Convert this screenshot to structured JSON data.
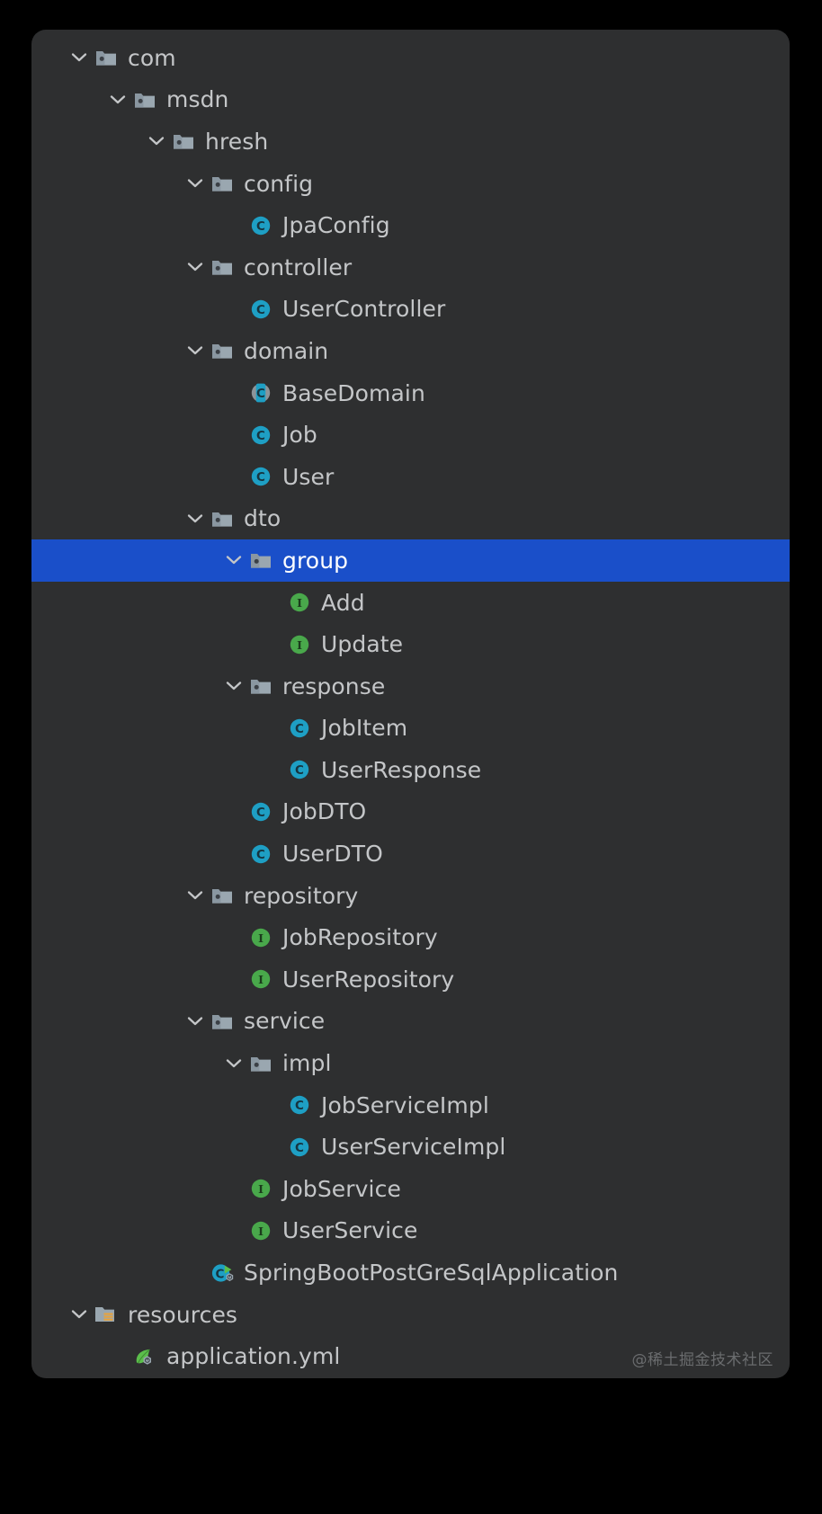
{
  "panel": {
    "background_color": "#2E2F30",
    "selection_color": "#1A4FC9",
    "text_color": "#C4C6C8",
    "selected_text_color": "#FFFFFF"
  },
  "watermark": {
    "text": "@稀土掘金技术社区"
  },
  "tree": {
    "title": "Project tree",
    "nodes": [
      {
        "label": "com",
        "depth": 1,
        "icon": "package-folder-icon",
        "expandable": true,
        "expanded": true,
        "selected": false
      },
      {
        "label": "msdn",
        "depth": 2,
        "icon": "package-folder-icon",
        "expandable": true,
        "expanded": true,
        "selected": false
      },
      {
        "label": "hresh",
        "depth": 3,
        "icon": "package-folder-icon",
        "expandable": true,
        "expanded": true,
        "selected": false
      },
      {
        "label": "config",
        "depth": 4,
        "icon": "package-folder-icon",
        "expandable": true,
        "expanded": true,
        "selected": false
      },
      {
        "label": "JpaConfig",
        "depth": 5,
        "icon": "java-class-icon",
        "expandable": false,
        "expanded": false,
        "selected": false
      },
      {
        "label": "controller",
        "depth": 4,
        "icon": "package-folder-icon",
        "expandable": true,
        "expanded": true,
        "selected": false
      },
      {
        "label": "UserController",
        "depth": 5,
        "icon": "java-class-icon",
        "expandable": false,
        "expanded": false,
        "selected": false
      },
      {
        "label": "domain",
        "depth": 4,
        "icon": "package-folder-icon",
        "expandable": true,
        "expanded": true,
        "selected": false
      },
      {
        "label": "BaseDomain",
        "depth": 5,
        "icon": "abstract-class-icon",
        "expandable": false,
        "expanded": false,
        "selected": false
      },
      {
        "label": "Job",
        "depth": 5,
        "icon": "java-class-icon",
        "expandable": false,
        "expanded": false,
        "selected": false
      },
      {
        "label": "User",
        "depth": 5,
        "icon": "java-class-icon",
        "expandable": false,
        "expanded": false,
        "selected": false
      },
      {
        "label": "dto",
        "depth": 4,
        "icon": "package-folder-icon",
        "expandable": true,
        "expanded": true,
        "selected": false
      },
      {
        "label": "group",
        "depth": 5,
        "icon": "package-folder-icon",
        "expandable": true,
        "expanded": true,
        "selected": true
      },
      {
        "label": "Add",
        "depth": 6,
        "icon": "java-interface-icon",
        "expandable": false,
        "expanded": false,
        "selected": false
      },
      {
        "label": "Update",
        "depth": 6,
        "icon": "java-interface-icon",
        "expandable": false,
        "expanded": false,
        "selected": false
      },
      {
        "label": "response",
        "depth": 5,
        "icon": "package-folder-icon",
        "expandable": true,
        "expanded": true,
        "selected": false
      },
      {
        "label": "JobItem",
        "depth": 6,
        "icon": "java-class-icon",
        "expandable": false,
        "expanded": false,
        "selected": false
      },
      {
        "label": "UserResponse",
        "depth": 6,
        "icon": "java-class-icon",
        "expandable": false,
        "expanded": false,
        "selected": false
      },
      {
        "label": "JobDTO",
        "depth": 5,
        "icon": "java-class-icon",
        "expandable": false,
        "expanded": false,
        "selected": false
      },
      {
        "label": "UserDTO",
        "depth": 5,
        "icon": "java-class-icon",
        "expandable": false,
        "expanded": false,
        "selected": false
      },
      {
        "label": "repository",
        "depth": 4,
        "icon": "package-folder-icon",
        "expandable": true,
        "expanded": true,
        "selected": false
      },
      {
        "label": "JobRepository",
        "depth": 5,
        "icon": "java-interface-icon",
        "expandable": false,
        "expanded": false,
        "selected": false
      },
      {
        "label": "UserRepository",
        "depth": 5,
        "icon": "java-interface-icon",
        "expandable": false,
        "expanded": false,
        "selected": false
      },
      {
        "label": "service",
        "depth": 4,
        "icon": "package-folder-icon",
        "expandable": true,
        "expanded": true,
        "selected": false
      },
      {
        "label": "impl",
        "depth": 5,
        "icon": "package-folder-icon",
        "expandable": true,
        "expanded": true,
        "selected": false
      },
      {
        "label": "JobServiceImpl",
        "depth": 6,
        "icon": "java-class-icon",
        "expandable": false,
        "expanded": false,
        "selected": false
      },
      {
        "label": "UserServiceImpl",
        "depth": 6,
        "icon": "java-class-icon",
        "expandable": false,
        "expanded": false,
        "selected": false
      },
      {
        "label": "JobService",
        "depth": 5,
        "icon": "java-interface-icon",
        "expandable": false,
        "expanded": false,
        "selected": false
      },
      {
        "label": "UserService",
        "depth": 5,
        "icon": "java-interface-icon",
        "expandable": false,
        "expanded": false,
        "selected": false
      },
      {
        "label": "SpringBootPostGreSqlApplication",
        "depth": 4,
        "icon": "spring-boot-app-icon",
        "expandable": false,
        "expanded": false,
        "selected": false
      },
      {
        "label": "resources",
        "depth": 1,
        "icon": "resources-folder-icon",
        "expandable": true,
        "expanded": true,
        "selected": false
      },
      {
        "label": "application.yml",
        "depth": 2,
        "icon": "spring-yaml-icon",
        "expandable": false,
        "expanded": false,
        "selected": false
      }
    ]
  }
}
